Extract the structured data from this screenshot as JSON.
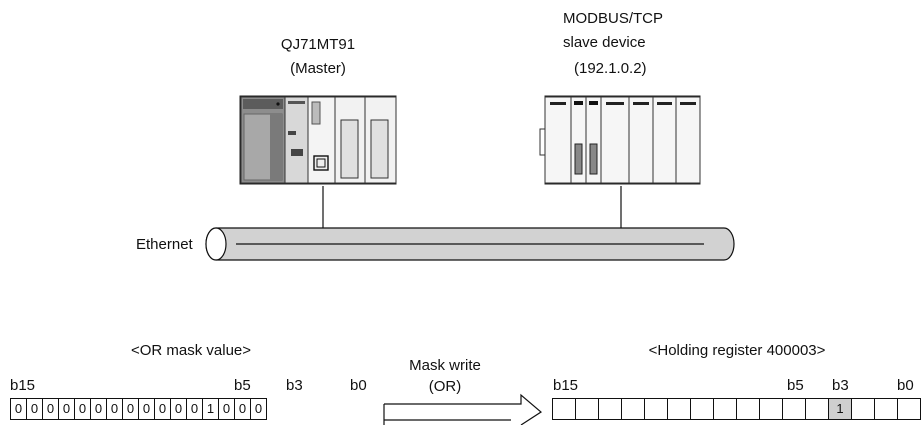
{
  "master": {
    "model": "QJ71MT91",
    "role": "(Master)"
  },
  "slave": {
    "line1": "MODBUS/TCP",
    "line2": "slave device",
    "ip": "(192.1.0.2)"
  },
  "network": {
    "label": "Ethernet"
  },
  "or_mask": {
    "title": "<OR mask value>",
    "bit_labels": [
      "b15",
      "b5",
      "b3",
      "b0"
    ],
    "bits": [
      "0",
      "0",
      "0",
      "0",
      "0",
      "0",
      "0",
      "0",
      "0",
      "0",
      "0",
      "0",
      "1",
      "0",
      "0",
      "0"
    ]
  },
  "operation": {
    "line1": "Mask write",
    "line2": "(OR)"
  },
  "holding_register": {
    "title": "<Holding register 400003>",
    "bit_labels": [
      "b15",
      "b5",
      "b3",
      "b0"
    ],
    "bits": [
      "",
      "",
      "",
      "",
      "",
      "",
      "",
      "",
      "",
      "",
      "",
      "",
      "1",
      "",
      "",
      ""
    ],
    "highlight_index": 12
  },
  "colors": {
    "cable_fill": "#d2d2d2",
    "highlight_cell": "#cfcfcf"
  }
}
